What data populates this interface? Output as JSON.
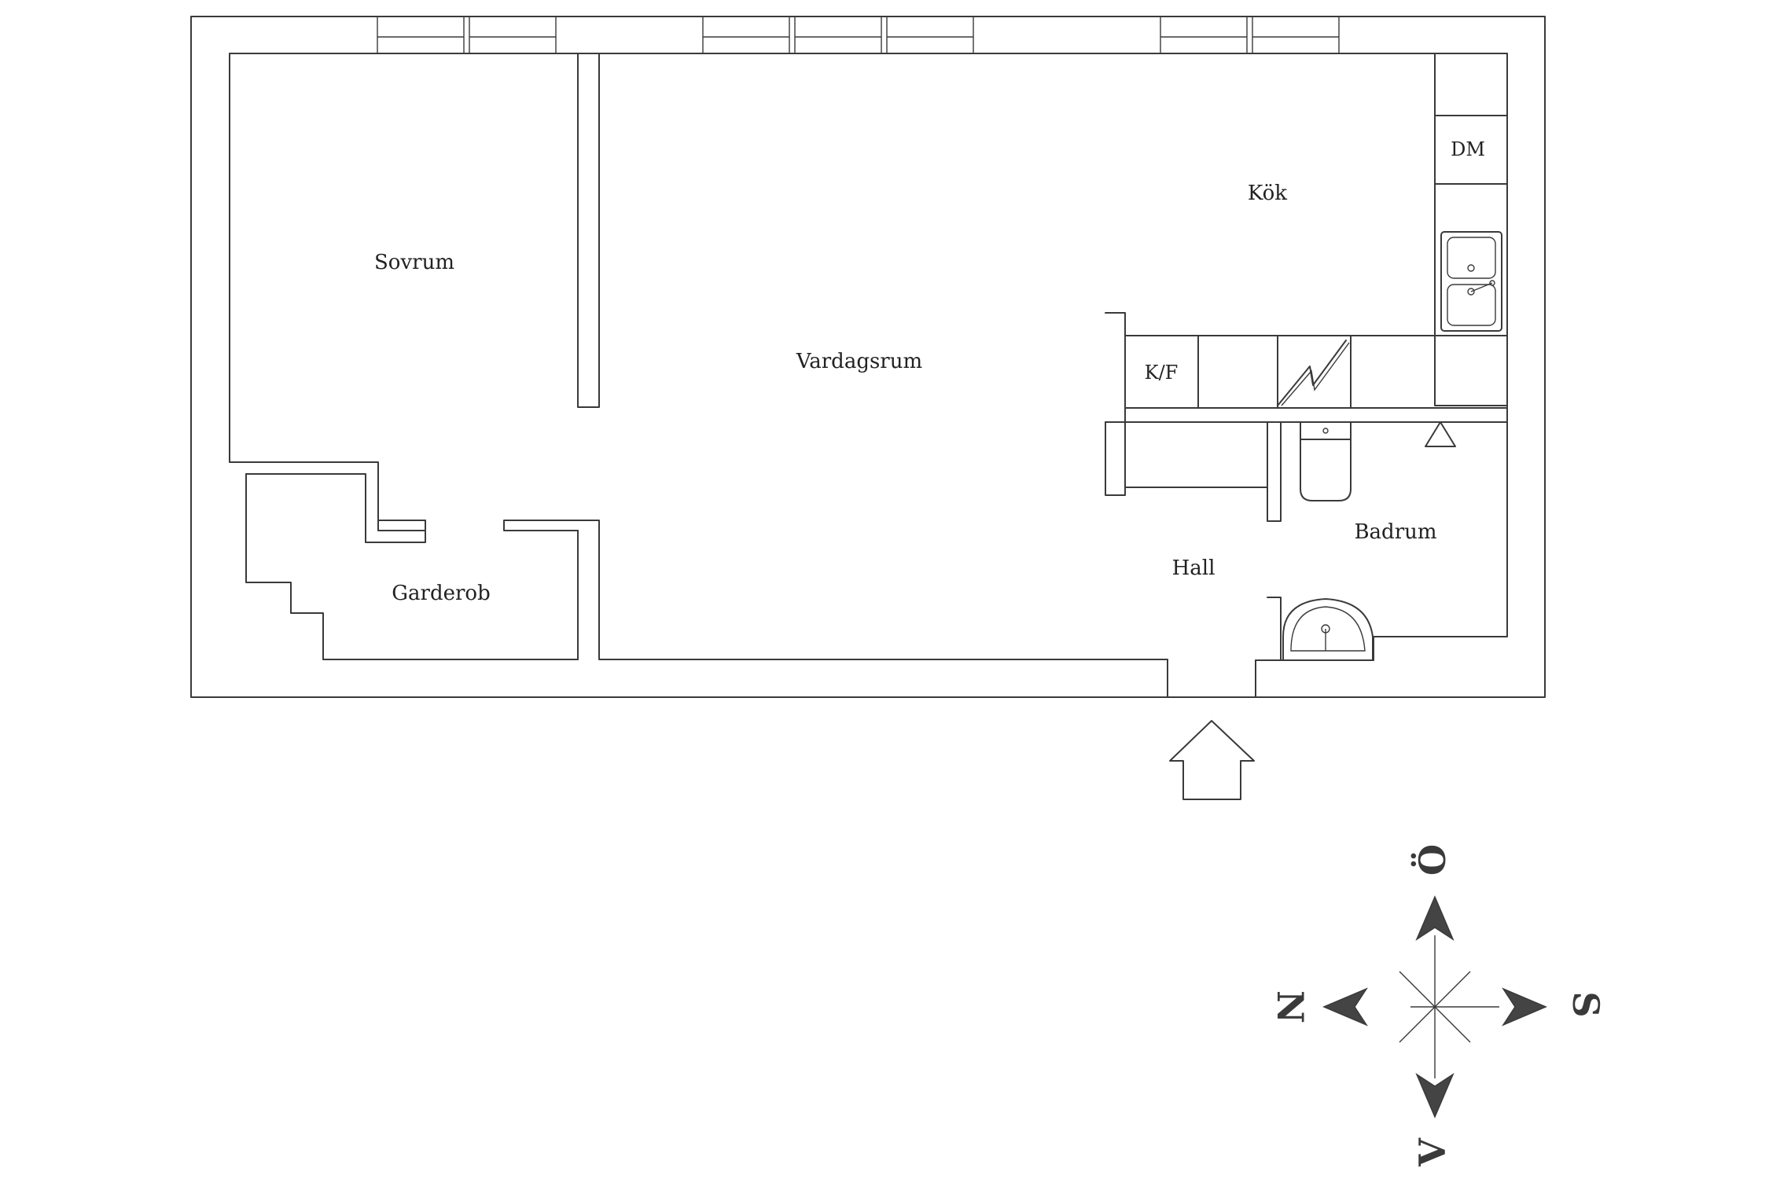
{
  "rooms": {
    "sovrum": "Sovrum",
    "vardagsrum": "Vardagsrum",
    "kok": "Kök",
    "garderob": "Garderob",
    "hall": "Hall",
    "badrum": "Badrum"
  },
  "fixtures": {
    "dishwasher": "DM",
    "fridge_freezer": "K/F"
  },
  "compass": {
    "east": "Ö",
    "north": "N",
    "south": "S",
    "west": "V"
  },
  "colors": {
    "line": "#3a3a3a",
    "background": "#ffffff",
    "compass_fill": "#444444"
  }
}
